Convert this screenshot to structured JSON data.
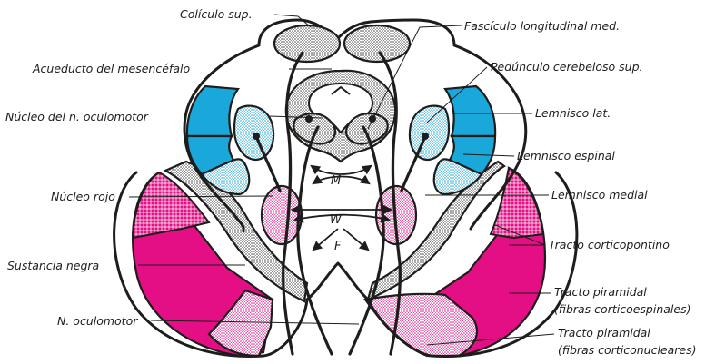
{
  "labels": {
    "coliculo_sup": "Colículo sup.",
    "fasciculo": "Fascículo longitudinal med.",
    "acueducto": "Acueducto del mesencéfalo",
    "pedunculo": "Pedúnculo cerebeloso sup.",
    "nucleo_oculomotor": "Núcleo del n. oculomotor",
    "lemnisco_lat": "Lemnisco lat.",
    "lemnisco_espinal": "Lemnisco espinal",
    "nucleo_rojo": "Núcleo rojo",
    "lemnisco_medial": "Lemnisco medial",
    "tracto_corticopontino": "Tracto corticopontino",
    "sustancia_negra": "Sustancia negra",
    "tracto_piramidal_1": "Tracto piramidal",
    "tracto_piramidal_1b": "(fibras corticoespinales)",
    "n_oculomotor": "N. oculomotor",
    "tracto_piramidal_2": "Tracto piramidal",
    "tracto_piramidal_2b": "(fibras corticonucleares)"
  },
  "decussations": {
    "m": "M",
    "w": "W",
    "f": "F"
  },
  "colors": {
    "blue": "#1aa7da",
    "magenta": "#e40f85",
    "grey_stipple": "#3a3a3a",
    "outline": "#1d1d1b"
  }
}
